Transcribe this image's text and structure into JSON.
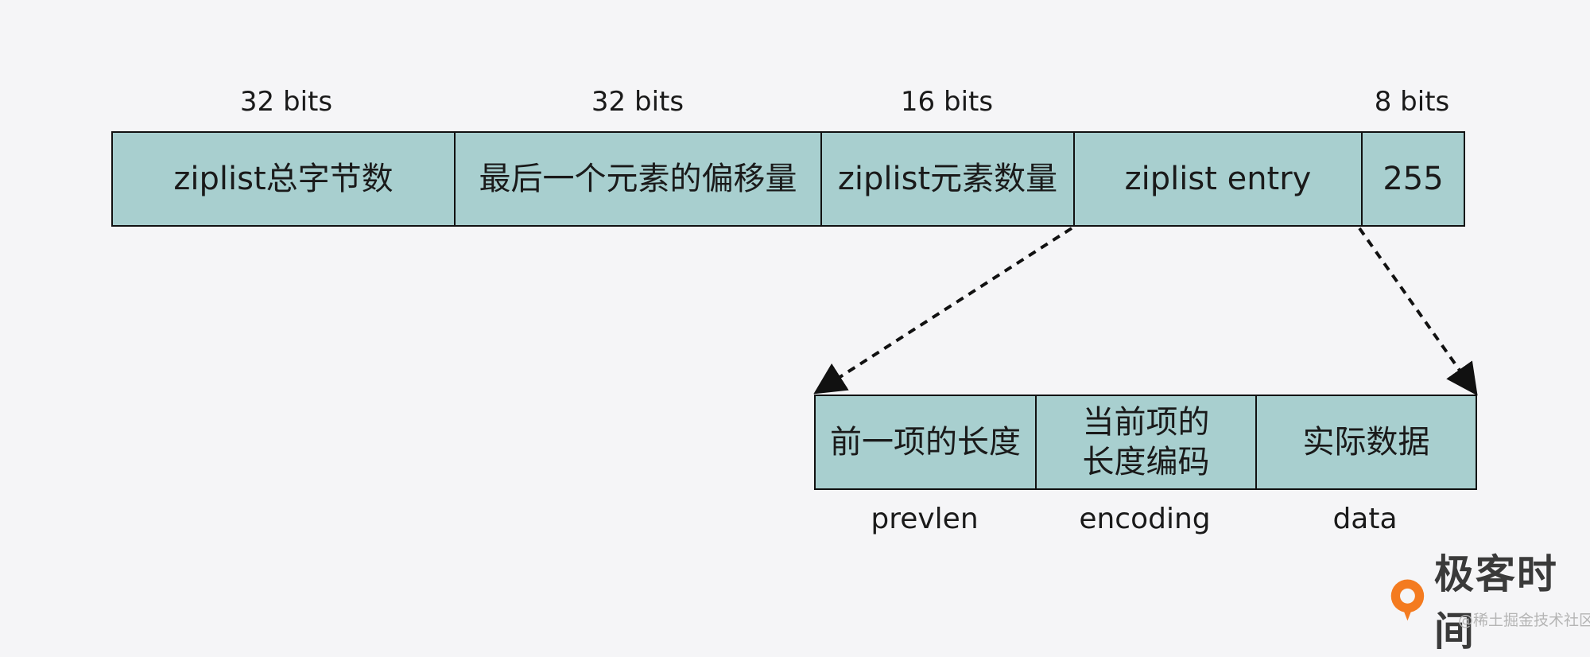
{
  "top_bits": [
    "32 bits",
    "32 bits",
    "16 bits",
    "8 bits"
  ],
  "top_cells": [
    "ziplist总字节数",
    "最后一个元素的偏移量",
    "ziplist元素数量",
    "ziplist entry",
    "255"
  ],
  "entry_cells": [
    "前一项的长度",
    "当前项的\n长度编码",
    "实际数据"
  ],
  "entry_labels": [
    "prevlen",
    "encoding",
    "data"
  ],
  "colors": {
    "cell_fill": "#a8cfcf",
    "border": "#111111",
    "brand_orange": "#f47b20"
  },
  "brand": {
    "name": "极客时间",
    "icon": "geektime-logo-icon"
  },
  "watermark": "@稀土掘金技术社区"
}
